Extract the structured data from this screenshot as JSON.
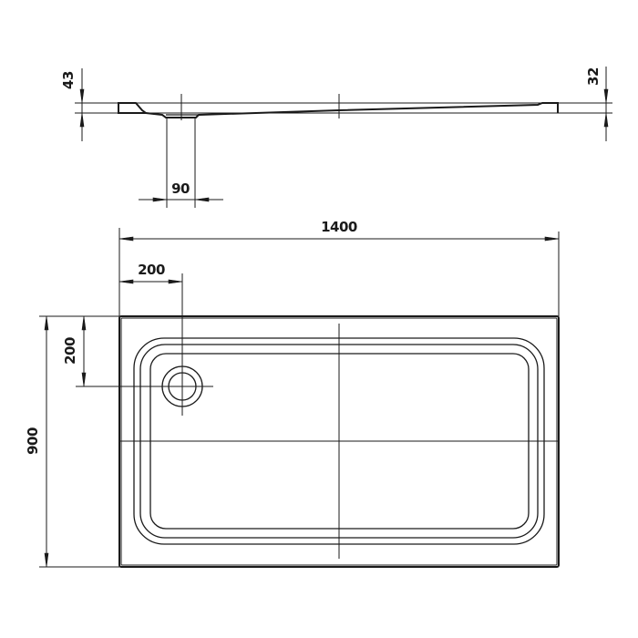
{
  "drawing": {
    "title": "Shower tray technical drawing",
    "line_color": "#1a1a1a",
    "background": "#ffffff"
  },
  "side_view": {
    "height_left_label": "43",
    "height_right_label": "32",
    "drain_width_label": "90"
  },
  "plan_view": {
    "length_label": "1400",
    "width_label": "900",
    "drain_offset_x_label": "200",
    "drain_offset_y_label": "200"
  }
}
